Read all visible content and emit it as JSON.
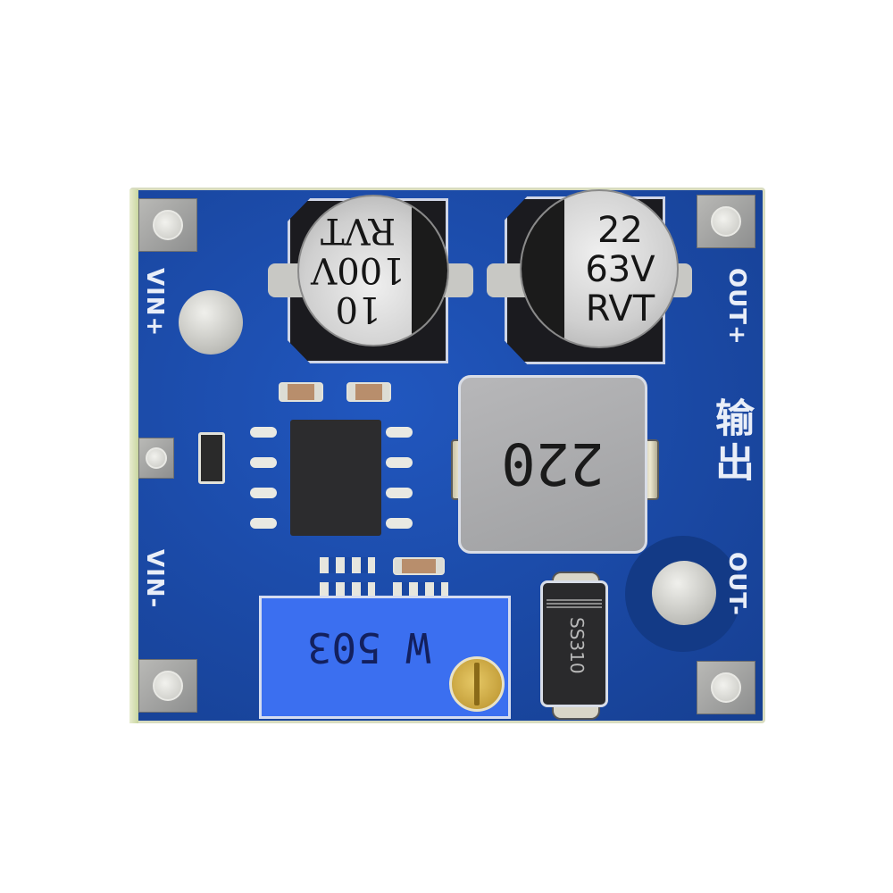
{
  "scene": {
    "subject": "DC-DC boost converter PCB module",
    "background_color": "#ffffff",
    "board_color": "#1a4aa8"
  },
  "silkscreen": {
    "vin_plus": "VIN+",
    "vin_minus": "VIN-",
    "out_plus": "OUT+",
    "out_minus": "OUT-",
    "output_cn": "输出"
  },
  "components": {
    "capacitor_input": {
      "value": "10",
      "voltage": "100V",
      "brand": "RVT"
    },
    "capacitor_output": {
      "value": "22",
      "voltage": "63V",
      "brand": "RVT"
    },
    "inductor": {
      "marking": "220"
    },
    "potentiometer": {
      "marking": "W 503"
    },
    "diode": {
      "marking": "SS310"
    }
  }
}
